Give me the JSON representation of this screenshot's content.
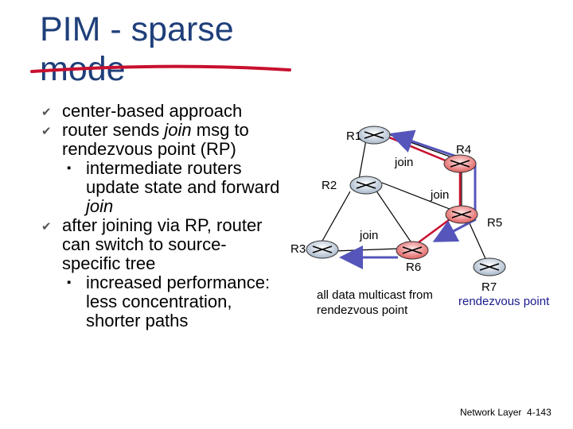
{
  "title": {
    "line1": "PIM - sparse",
    "line2": "mode"
  },
  "bullets": [
    {
      "text": "center-based approach"
    },
    {
      "pre": "router sends ",
      "em": "join",
      "post": " msg to rendezvous point (RP)",
      "sub": {
        "pre": "intermediate routers update state and forward ",
        "em": "join"
      }
    },
    {
      "text": "after joining via RP, router can switch to source-specific tree",
      "sub": {
        "text": "increased performance: less concentration, shorter paths"
      }
    }
  ],
  "bullet_icon": "arrow-bullet",
  "sub_bullet_icon": "square-bullet",
  "routers": {
    "r1": "R1",
    "r2": "R2",
    "r3": "R3",
    "r4": "R4",
    "r5": "R5",
    "r6": "R6",
    "r7": "R7"
  },
  "join_labels": {
    "j1": "join",
    "j2": "join",
    "j3": "join"
  },
  "notes": {
    "multicast": "all data multicast from rendezvous point",
    "rendezvous": "rendezvous point"
  },
  "colors": {
    "join_path": "#c8102e",
    "arrow": "#5555bb",
    "title": "#1f3f7a"
  },
  "footer": {
    "label": "Network Layer",
    "page": "4-143"
  }
}
